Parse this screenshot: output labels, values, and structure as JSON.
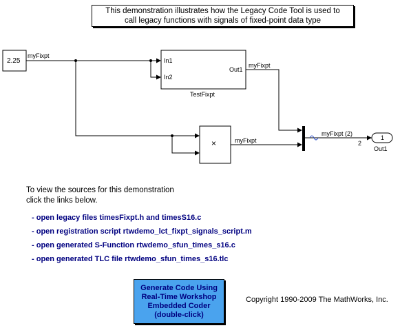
{
  "annotation": {
    "line1": "This demonstration illustrates how the Legacy Code Tool is used to",
    "line2": "call legacy functions with signals of fixed-point data type"
  },
  "blocks": {
    "constant_value": "2.25",
    "testfixpt": {
      "name": "TestFixpt",
      "in1": "In1",
      "in2": "In2",
      "out1": "Out1"
    },
    "product_symbol": "×",
    "outport": {
      "number": "1",
      "name": "Out1"
    }
  },
  "signals": {
    "const_out": "myFixpt",
    "test_out": "myFixpt",
    "product_out": "myFixpt",
    "mux_out": "myFixpt (2)",
    "mux_width": "2"
  },
  "info": {
    "line1": "To view the sources for this demonstration",
    "line2": "click the links below."
  },
  "links": [
    "- open legacy files timesFixpt.h and timesS16.c",
    "- open registration script rtwdemo_lct_fixpt_signals_script.m",
    "- open generated S-Function rtwdemo_sfun_times_s16.c",
    "- open generated TLC file rtwdemo_sfun_times_s16.tlc"
  ],
  "generate_button": {
    "line1": "Generate Code Using",
    "line2": "Real-Time Workshop",
    "line3": "Embedded Coder",
    "line4": "(double-click)"
  },
  "copyright": "Copyright 1990-2009 The MathWorks, Inc."
}
